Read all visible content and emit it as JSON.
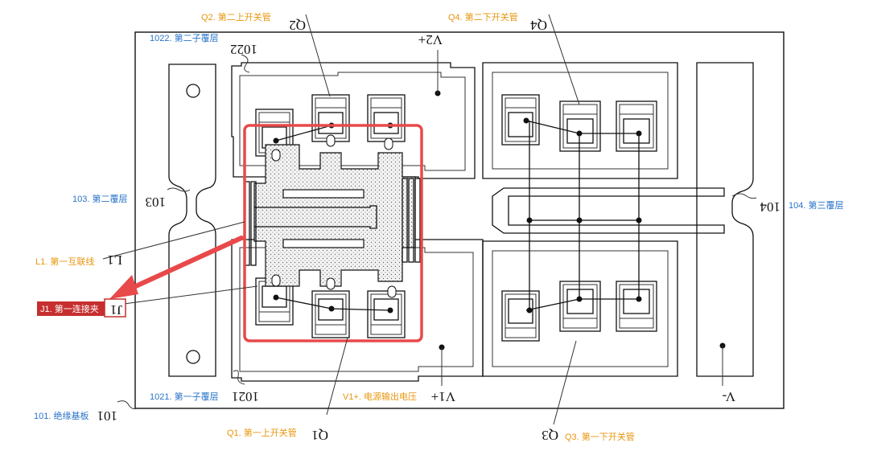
{
  "colors": {
    "orange_label": "#e8960c",
    "blue_label": "#2a74c9",
    "highlight_red": "#e8494a",
    "j1_badge": "#c62f2f",
    "line": "#111111"
  },
  "labels": {
    "q2": "Q2. 第二上开关管",
    "q4": "Q4. 第二下开关管",
    "l1022": "1022. 第二子覆层",
    "l103": "103. 第二覆层",
    "l104": "104. 第三覆层",
    "l1": "L1. 第一互联线",
    "j1": "J1. 第一连接夹",
    "l1021": "1021. 第一子覆层",
    "v1": "V1+. 电源输出电压",
    "l101": "101. 绝缘基板",
    "q1": "Q1. 第一上开关管",
    "q3": "Q3. 第一下开关管"
  },
  "refs": {
    "q2": "Q2",
    "q4": "Q4",
    "r1022": "1022",
    "v2": "V2+",
    "r103": "103",
    "r104": "104",
    "l1": "L1",
    "j1": "J1",
    "r1021": "1021",
    "v1": "V1+",
    "vminus": "V-",
    "r101": "101",
    "q1": "Q1",
    "q3": "Q3"
  }
}
